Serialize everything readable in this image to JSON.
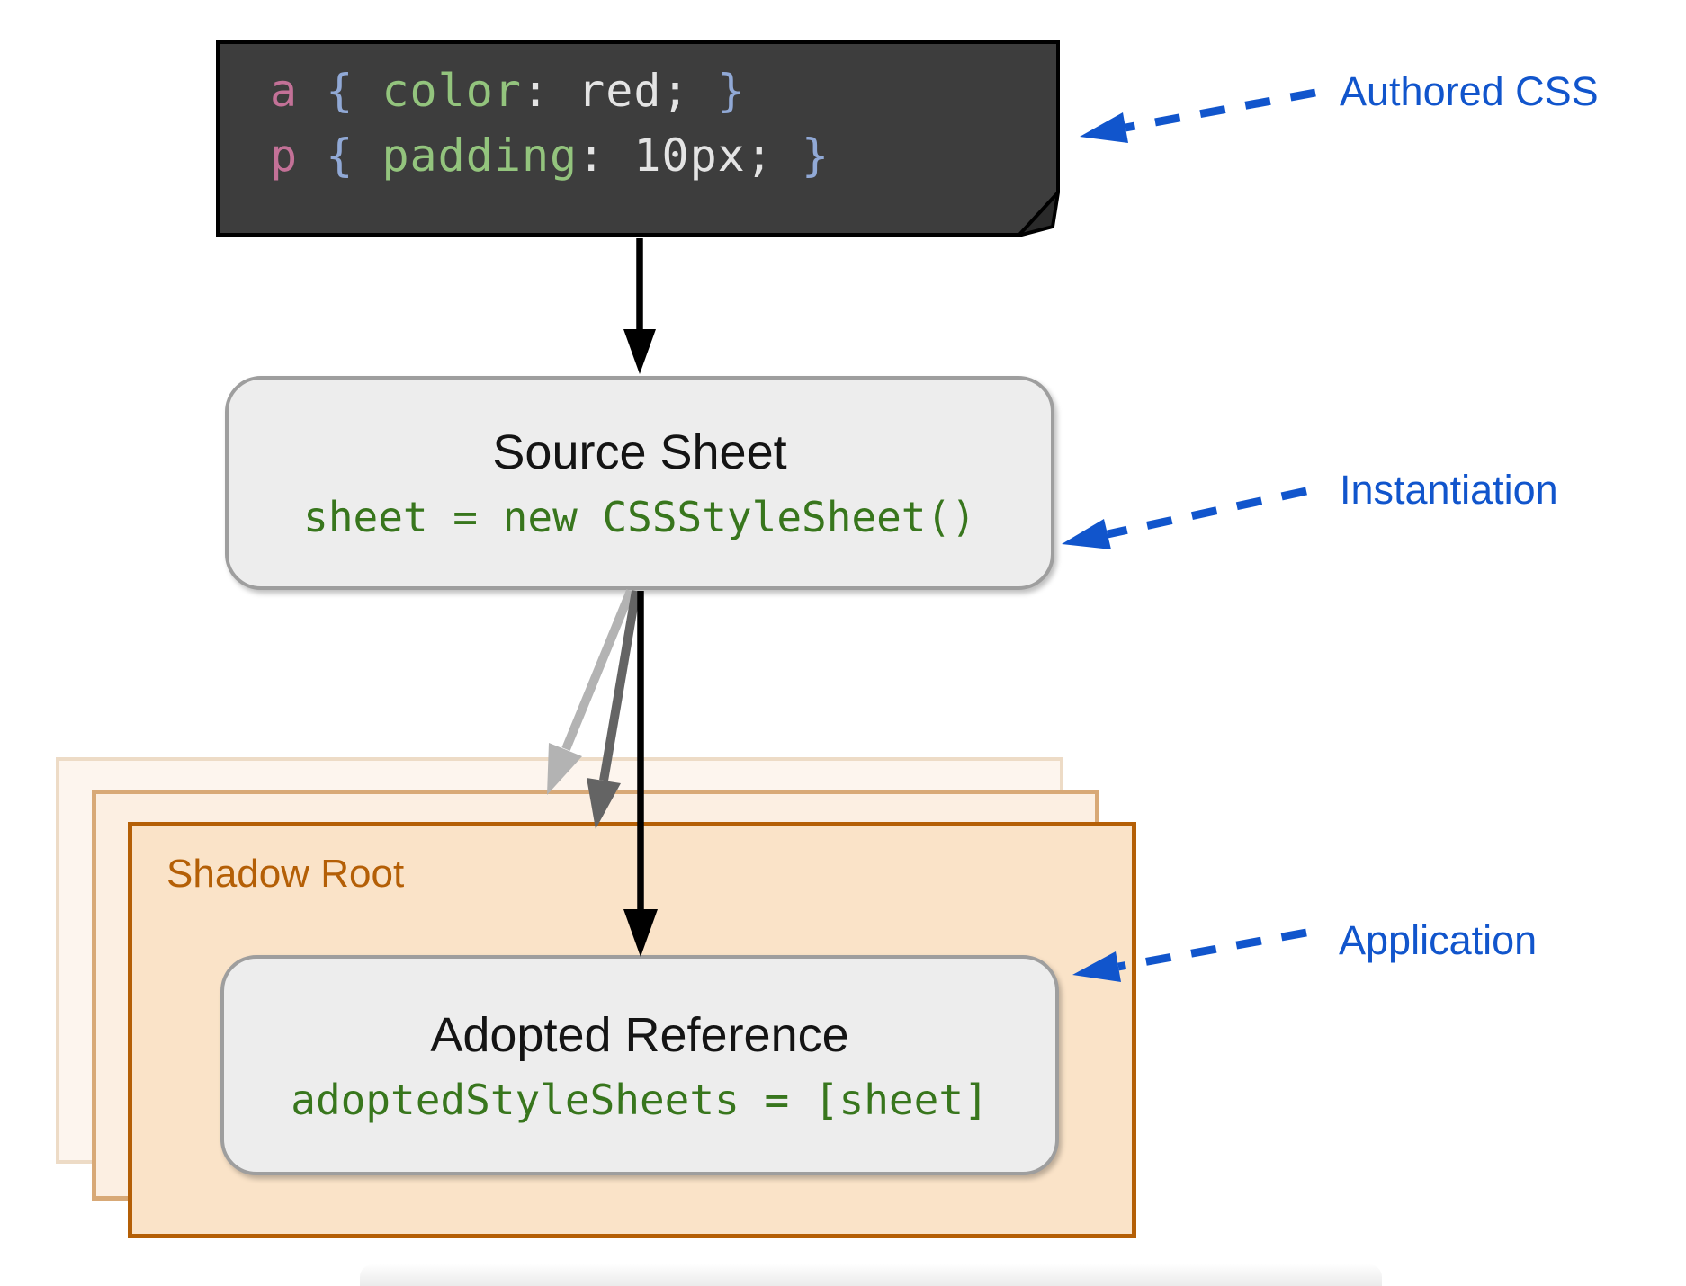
{
  "authored_block": {
    "annotation": "Authored CSS",
    "code": {
      "line1": {
        "selector": "a ",
        "brace_open": "{ ",
        "property": "color",
        "rest": ": red; ",
        "brace_close": "}"
      },
      "line2": {
        "selector": "p ",
        "brace_open": "{ ",
        "property": "padding",
        "rest": ": 10px; ",
        "brace_close": "}"
      }
    }
  },
  "source_sheet": {
    "title": "Source Sheet",
    "code": "sheet = new CSSStyleSheet()",
    "annotation": "Instantiation"
  },
  "shadow_root": {
    "label": "Shadow Root",
    "stack_count": 3
  },
  "adopted_reference": {
    "title": "Adopted Reference",
    "code": "adoptedStyleSheets = [sheet]",
    "annotation": "Application"
  },
  "colors": {
    "annotation_blue": "#1155cc",
    "code_block_bg": "#3d3d3d",
    "selector_pink": "#c37197",
    "brace_blue": "#91a9d6",
    "property_green": "#93c47d",
    "code_plain": "#e4e4e4",
    "green_code": "#38761d",
    "orange_border": "#b45f06",
    "sheet_fill": "#fae3c8",
    "box_fill": "#ededed",
    "box_border": "#9e9e9e",
    "arrow_black": "#000000",
    "arrow_gray_light": "#b3b3b3",
    "arrow_gray_dark": "#646464"
  }
}
